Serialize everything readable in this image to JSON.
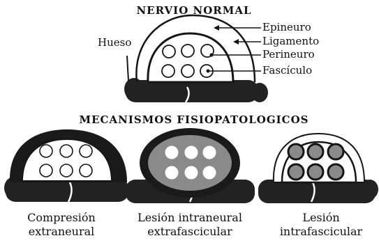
{
  "title_top": "NERVIO NORMAL",
  "title_mid": "MECANISMOS FISIOPATOLOGICOS",
  "labels": {
    "hueso": "Hueso",
    "epineuro": "Epineuro",
    "ligamento": "Ligamento",
    "perineuro": "Perineuro",
    "fasciculo": "Fascículo"
  },
  "captions": [
    {
      "line1": "Compresión",
      "line2": "extraneural"
    },
    {
      "line1": "Lesión intraneural",
      "line2": "extrafascicular"
    },
    {
      "line1": "Lesión",
      "line2": "intrafascicular"
    }
  ],
  "colors": {
    "ink": "#151515",
    "bone": "#222222",
    "gray": "#8a8a8a",
    "light": "#ffffff"
  }
}
